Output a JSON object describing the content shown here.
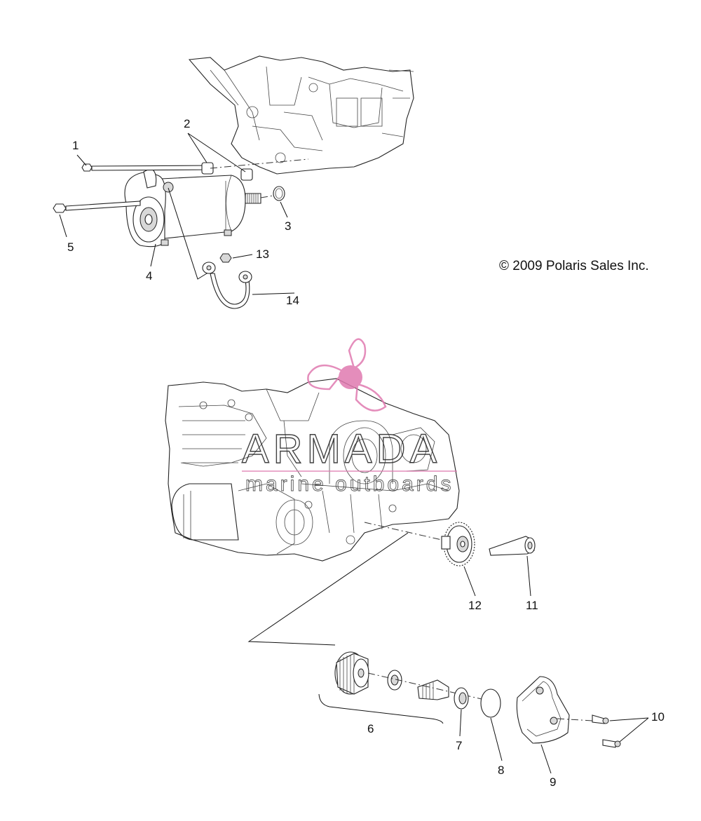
{
  "copyright": "© 2009 Polaris Sales Inc.",
  "watermark": {
    "title": "ARMADA",
    "subtitle": "marine outboards",
    "accent_color": "#e07ab0"
  },
  "callouts": [
    {
      "id": "1",
      "label": "1"
    },
    {
      "id": "2",
      "label": "2"
    },
    {
      "id": "3",
      "label": "3"
    },
    {
      "id": "4",
      "label": "4"
    },
    {
      "id": "5",
      "label": "5"
    },
    {
      "id": "6",
      "label": "6"
    },
    {
      "id": "7",
      "label": "7"
    },
    {
      "id": "8",
      "label": "8"
    },
    {
      "id": "9",
      "label": "9"
    },
    {
      "id": "10",
      "label": "10"
    },
    {
      "id": "11",
      "label": "11"
    },
    {
      "id": "12",
      "label": "12"
    },
    {
      "id": "13",
      "label": "13"
    },
    {
      "id": "14",
      "label": "14"
    }
  ]
}
